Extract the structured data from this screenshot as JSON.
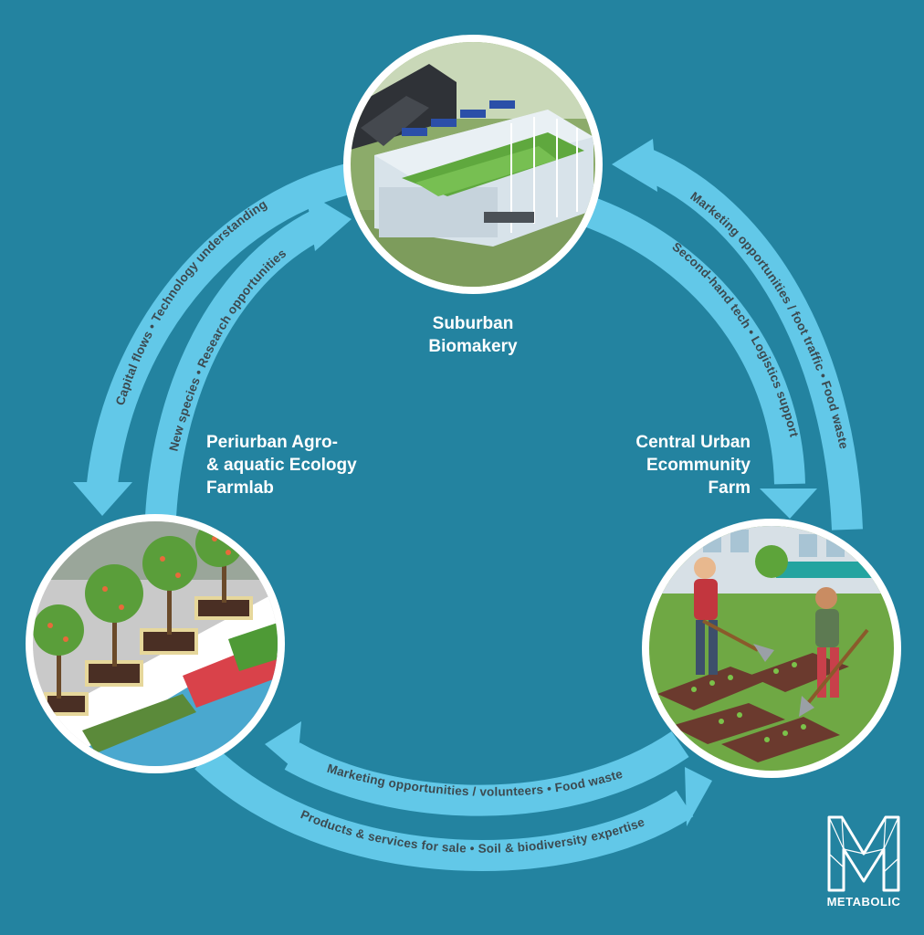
{
  "colors": {
    "background": "#2383a0",
    "arrow": "#62c8e8",
    "arrow_text": "#3c4a50",
    "label": "#ffffff"
  },
  "nodes": {
    "top": {
      "label": "Suburban\nBiomakery",
      "image": "rooftop-greenhouse"
    },
    "left": {
      "label": "Periurban Agro-\n& aquatic Ecology\nFarmlab",
      "image": "orchard-and-aquatic-beds"
    },
    "right": {
      "label": "Central Urban\nEcommunity\nFarm",
      "image": "people-gardening"
    }
  },
  "flows": {
    "left_outer": "Capital flows  •  Technology understanding",
    "left_inner": "New species  •  Research opportunities",
    "right_outer": "Marketing opportunities / foot traffic  •  Food waste",
    "right_inner": "Second-hand tech  •  Logistics support",
    "bottom_inner": "Marketing opportunities / volunteers  •  Food waste",
    "bottom_outer": "Products & services for sale  •  Soil & biodiversity expertise"
  },
  "logo": {
    "text": "METABOLIC",
    "icon": "metabolic-m-logo"
  }
}
